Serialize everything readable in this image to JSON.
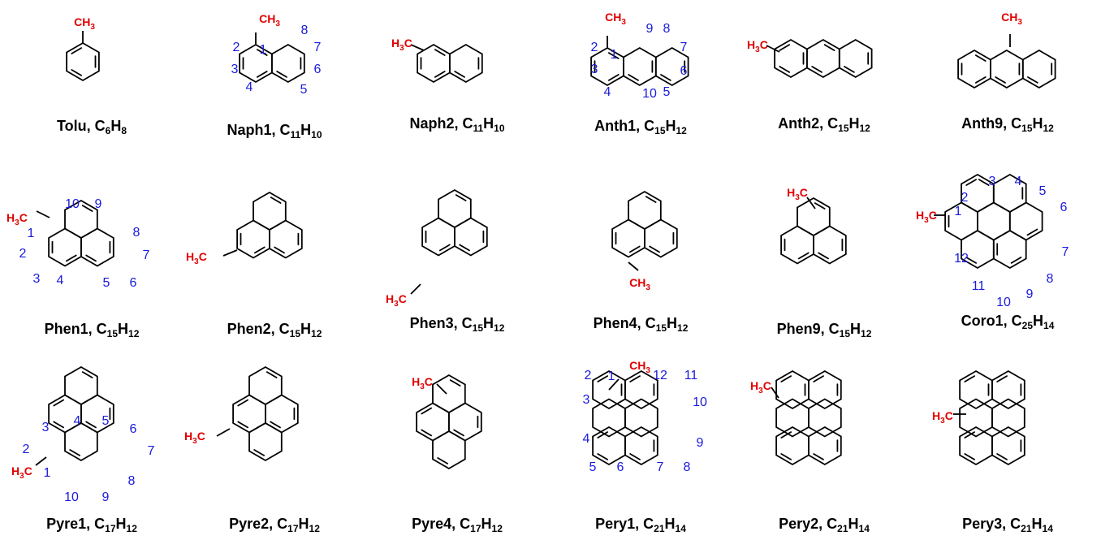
{
  "colors": {
    "methyl": "#e00000",
    "numbering": "#1a1adc",
    "bonds": "#000000"
  },
  "molecules": [
    {
      "id": "tolu",
      "name": "Tolu",
      "formula": {
        "C": "6",
        "H": "8"
      },
      "methyl_label": "CH3"
    },
    {
      "id": "naph1",
      "name": "Naph1",
      "formula": {
        "C": "11",
        "H": "10"
      },
      "methyl_label": "CH3",
      "numbering": [
        "1",
        "2",
        "3",
        "4",
        "5",
        "6",
        "7",
        "8"
      ]
    },
    {
      "id": "naph2",
      "name": "Naph2",
      "formula": {
        "C": "11",
        "H": "10"
      },
      "methyl_label": "H3C"
    },
    {
      "id": "anth1",
      "name": "Anth1",
      "formula": {
        "C": "15",
        "H": "12"
      },
      "methyl_label": "CH3",
      "numbering": [
        "1",
        "2",
        "3",
        "4",
        "5",
        "6",
        "7",
        "8",
        "9",
        "10"
      ]
    },
    {
      "id": "anth2",
      "name": "Anth2",
      "formula": {
        "C": "15",
        "H": "12"
      },
      "methyl_label": "H3C"
    },
    {
      "id": "anth9",
      "name": "Anth9",
      "formula": {
        "C": "15",
        "H": "12"
      },
      "methyl_label": "CH3"
    },
    {
      "id": "phen1",
      "name": "Phen1",
      "formula": {
        "C": "15",
        "H": "12"
      },
      "methyl_label": "H3C",
      "numbering": [
        "1",
        "2",
        "3",
        "4",
        "5",
        "6",
        "7",
        "8",
        "9",
        "10"
      ]
    },
    {
      "id": "phen2",
      "name": "Phen2",
      "formula": {
        "C": "15",
        "H": "12"
      },
      "methyl_label": "H3C"
    },
    {
      "id": "phen3",
      "name": "Phen3",
      "formula": {
        "C": "15",
        "H": "12"
      },
      "methyl_label": "H3C"
    },
    {
      "id": "phen4",
      "name": "Phen4",
      "formula": {
        "C": "15",
        "H": "12"
      },
      "methyl_label": "CH3"
    },
    {
      "id": "phen9",
      "name": "Phen9",
      "formula": {
        "C": "15",
        "H": "12"
      },
      "methyl_label": "H3C"
    },
    {
      "id": "coro1",
      "name": "Coro1",
      "formula": {
        "C": "25",
        "H": "14"
      },
      "methyl_label": "H3C",
      "numbering": [
        "1",
        "2",
        "3",
        "4",
        "5",
        "6",
        "7",
        "8",
        "9",
        "10",
        "11",
        "12"
      ]
    },
    {
      "id": "pyre1",
      "name": "Pyre1",
      "formula": {
        "C": "17",
        "H": "12"
      },
      "methyl_label": "H3C",
      "numbering": [
        "1",
        "2",
        "3",
        "4",
        "5",
        "6",
        "7",
        "8",
        "9",
        "10"
      ]
    },
    {
      "id": "pyre2",
      "name": "Pyre2",
      "formula": {
        "C": "17",
        "H": "12"
      },
      "methyl_label": "H3C"
    },
    {
      "id": "pyre4",
      "name": "Pyre4",
      "formula": {
        "C": "17",
        "H": "12"
      },
      "methyl_label": "H3C"
    },
    {
      "id": "pery1",
      "name": "Pery1",
      "formula": {
        "C": "21",
        "H": "14"
      },
      "methyl_label": "CH3",
      "numbering": [
        "1",
        "2",
        "3",
        "4",
        "5",
        "6",
        "7",
        "8",
        "9",
        "10",
        "11",
        "12"
      ]
    },
    {
      "id": "pery2",
      "name": "Pery2",
      "formula": {
        "C": "21",
        "H": "14"
      },
      "methyl_label": "H3C"
    },
    {
      "id": "pery3",
      "name": "Pery3",
      "formula": {
        "C": "21",
        "H": "14"
      },
      "methyl_label": "H3C"
    }
  ]
}
